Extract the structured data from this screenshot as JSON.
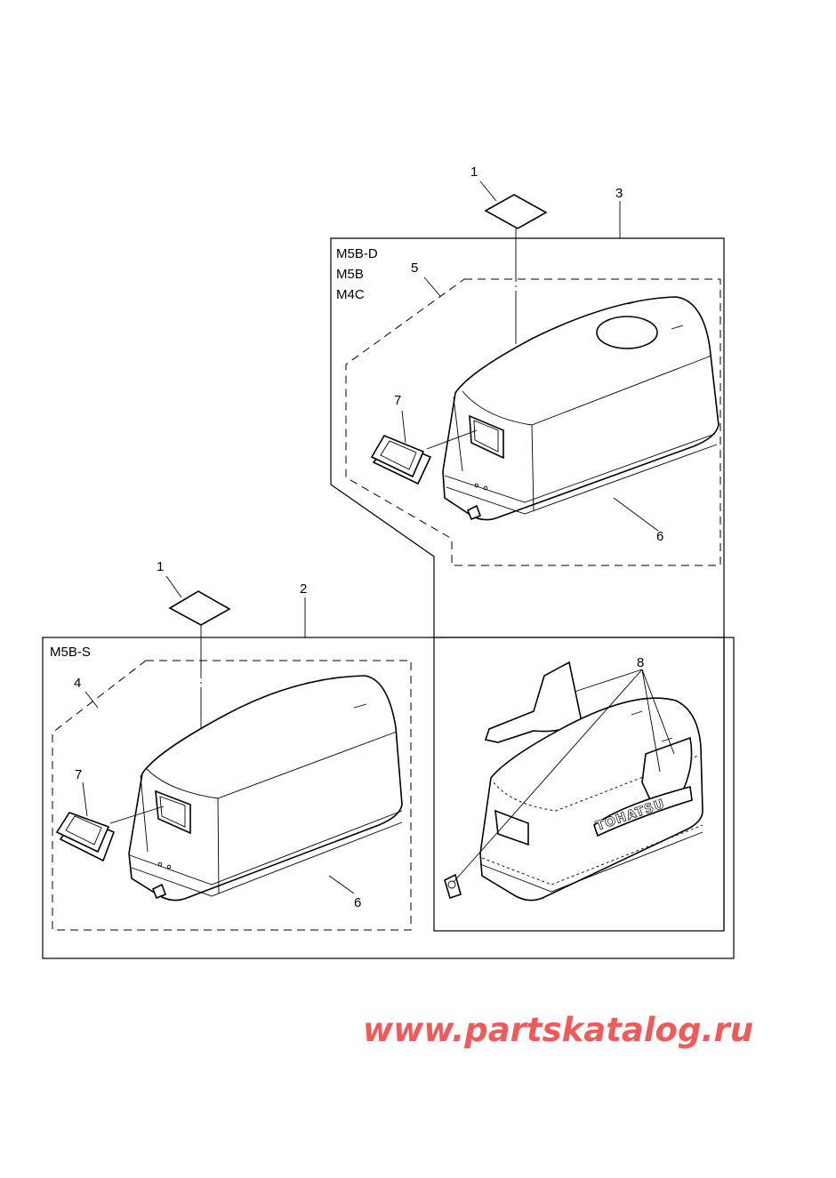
{
  "groups": {
    "upper": {
      "models": [
        "M5B-D",
        "M5B",
        "M4C"
      ]
    },
    "lower": {
      "models": [
        "M5B-S"
      ]
    }
  },
  "callouts": {
    "upper_decal": "1",
    "upper_assembly": "3",
    "upper_cover_set": "5",
    "upper_grommet": "7",
    "upper_cover": "6",
    "lower_decal": "1",
    "lower_assembly": "2",
    "lower_cover_set": "4",
    "lower_grommet": "7",
    "lower_cover": "6",
    "stickers": "8"
  },
  "brand_label": "TOHATSU",
  "watermark": "www.partskatalog.ru",
  "colors": {
    "watermark": "#ef5b5b",
    "line": "#000000"
  }
}
